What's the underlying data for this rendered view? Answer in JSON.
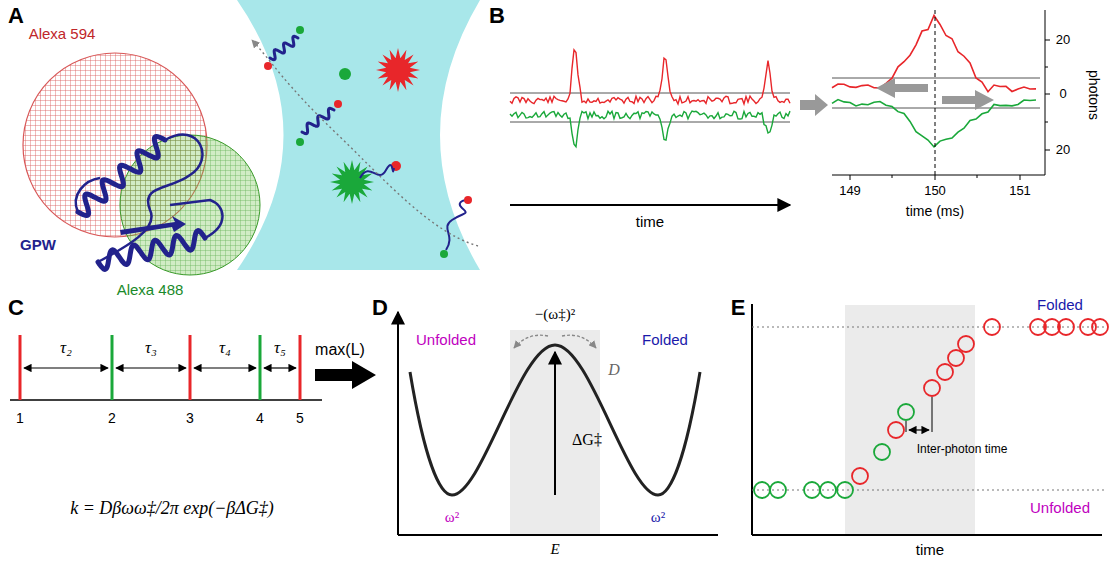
{
  "diagram": {
    "labels": [
      "A",
      "Alexa 594",
      "Alexa 488",
      "GPW",
      "B",
      "time",
      "20",
      "0",
      "20",
      "photons",
      "149",
      "150",
      "151",
      "time (ms)",
      "C",
      "τ₂",
      "τ₃",
      "τ₄",
      "τ₅",
      "1",
      "2",
      "3",
      "4",
      "5",
      "max(L)",
      "k = Dβωω‡/2π exp(−βΔG‡)",
      "D",
      "−(ω‡)²",
      "Unfolded",
      "Folded",
      "D",
      "ΔG‡",
      "ω²",
      "ω²",
      "E",
      "E",
      "Folded",
      "Unfolded",
      "Inter-photon time",
      "time"
    ]
  }
}
